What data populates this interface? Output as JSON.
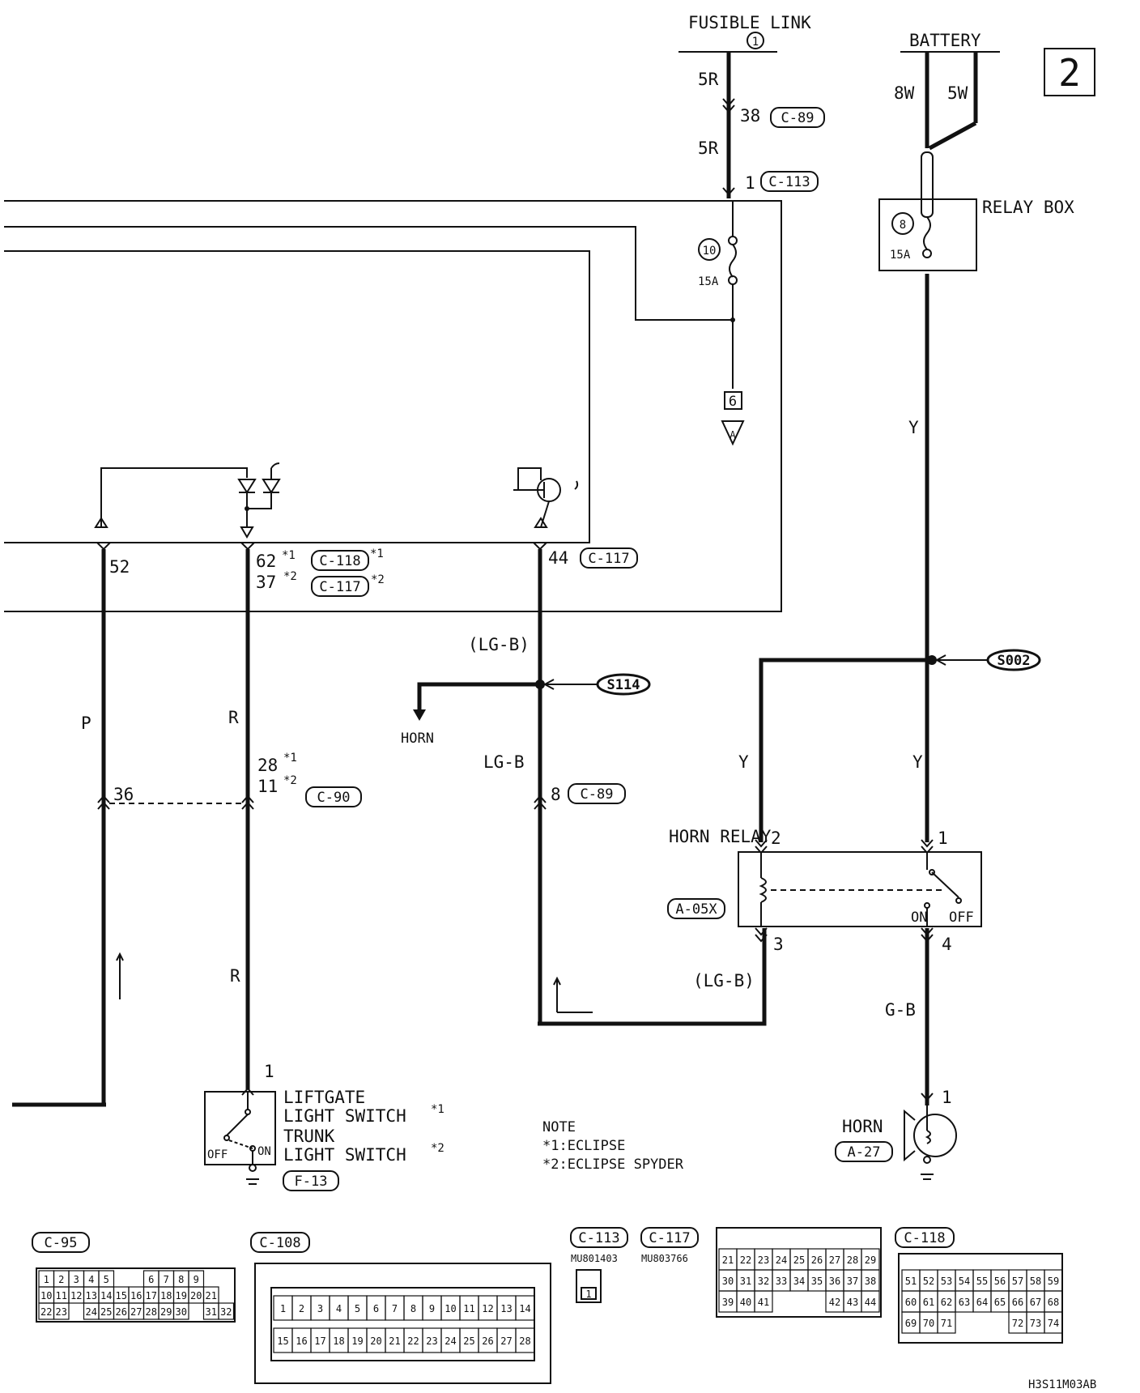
{
  "page_number": "2",
  "footer_code": "H3S11M03AB",
  "supply": {
    "fusible_link_label": "FUSIBLE LINK",
    "fusible_link_number": "1",
    "battery_label": "BATTERY",
    "battery_wire_left": "8W",
    "battery_wire_right": "5W",
    "relay_box_label": "RELAY BOX",
    "relay_fuse_number": "8",
    "relay_fuse_rating": "15A",
    "fuse10_number": "10",
    "fuse10_rating": "15A",
    "ref_box": "6",
    "ref_triangle": "A"
  },
  "wires": {
    "w_5r_top": "5R",
    "w_5r_mid": "5R",
    "w_p": "P",
    "w_r_upper": "R",
    "w_r_lower": "R",
    "w_lgb_paren": "(LG-B)",
    "w_lgb": "LG-B",
    "w_lgb_relay": "(LG-B)",
    "w_y_top": "Y",
    "w_y_left": "Y",
    "w_y_right": "Y",
    "w_gb": "G-B",
    "horn_dest": "HORN"
  },
  "pins": {
    "p38": "38",
    "p1_c113": "1",
    "p52": "52",
    "p62": "62",
    "p37": "37",
    "p44": "44",
    "p36": "36",
    "p28": "28",
    "p11": "11",
    "p8": "8",
    "relay_2": "2",
    "relay_1": "1",
    "relay_3": "3",
    "relay_4": "4",
    "horn_1": "1",
    "switch_1": "1",
    "star1": "*1",
    "star2": "*2"
  },
  "connectors": {
    "c89_top": "C-89",
    "c113": "C-113",
    "c118": "C-118",
    "c117_a": "C-117",
    "c117_b": "C-117",
    "c90": "C-90",
    "c89_mid": "C-89",
    "a05x": "A-05X",
    "a27": "A-27",
    "f13": "F-13"
  },
  "splices": {
    "s114": "S114",
    "s002": "S002"
  },
  "components": {
    "horn_relay": "HORN RELAY",
    "horn": "HORN",
    "relay_on": "ON",
    "relay_off": "OFF",
    "switch_line1": "LIFTGATE",
    "switch_line2": "LIGHT SWITCH",
    "switch_line3": "TRUNK",
    "switch_line4": "LIGHT SWITCH",
    "switch_off": "OFF",
    "switch_on": "ON"
  },
  "note": {
    "title": "NOTE",
    "line1": "*1:ECLIPSE",
    "line2": "*2:ECLIPSE SPYDER"
  },
  "connector_views": {
    "c95_label": "C-95",
    "c95_rows": [
      [
        "1",
        "2",
        "3",
        "4",
        "5",
        "",
        "",
        "6",
        "7",
        "8",
        "9"
      ],
      [
        "10",
        "11",
        "12",
        "13",
        "14",
        "15",
        "16",
        "17",
        "18",
        "19",
        "20",
        "21"
      ],
      [
        "22",
        "23",
        "",
        "24",
        "25",
        "26",
        "27",
        "28",
        "29",
        "30",
        "",
        "31",
        "32"
      ]
    ],
    "c108_label": "C-108",
    "c108_row1": [
      "1",
      "2",
      "3",
      "4",
      "5",
      "6",
      "7",
      "8",
      "9",
      "10",
      "11",
      "12",
      "13",
      "14"
    ],
    "c108_row2": [
      "15",
      "16",
      "17",
      "18",
      "19",
      "20",
      "21",
      "22",
      "23",
      "24",
      "25",
      "26",
      "27",
      "28"
    ],
    "c113_label": "C-113",
    "c113_part": "MU801403",
    "c113_pin": "1",
    "c117_label": "C-117",
    "c117_part": "MU803766",
    "c117_rows": [
      [
        "21",
        "22",
        "23",
        "24",
        "25",
        "26",
        "27",
        "28",
        "29"
      ],
      [
        "30",
        "31",
        "32",
        "33",
        "34",
        "35",
        "36",
        "37",
        "38"
      ],
      [
        "39",
        "40",
        "41",
        "",
        "",
        "",
        "42",
        "43",
        "44"
      ]
    ],
    "c118_label": "C-118",
    "c118_rows": [
      [
        "51",
        "52",
        "53",
        "54",
        "55",
        "56",
        "57",
        "58",
        "59"
      ],
      [
        "60",
        "61",
        "62",
        "63",
        "64",
        "65",
        "66",
        "67",
        "68"
      ],
      [
        "69",
        "70",
        "71",
        "",
        "",
        "",
        "72",
        "73",
        "74"
      ]
    ]
  },
  "icons": [
    "fuse-icon",
    "ground-icon",
    "diode-icon",
    "transistor-icon",
    "coil-icon",
    "horn-icon",
    "arrow-icon"
  ]
}
